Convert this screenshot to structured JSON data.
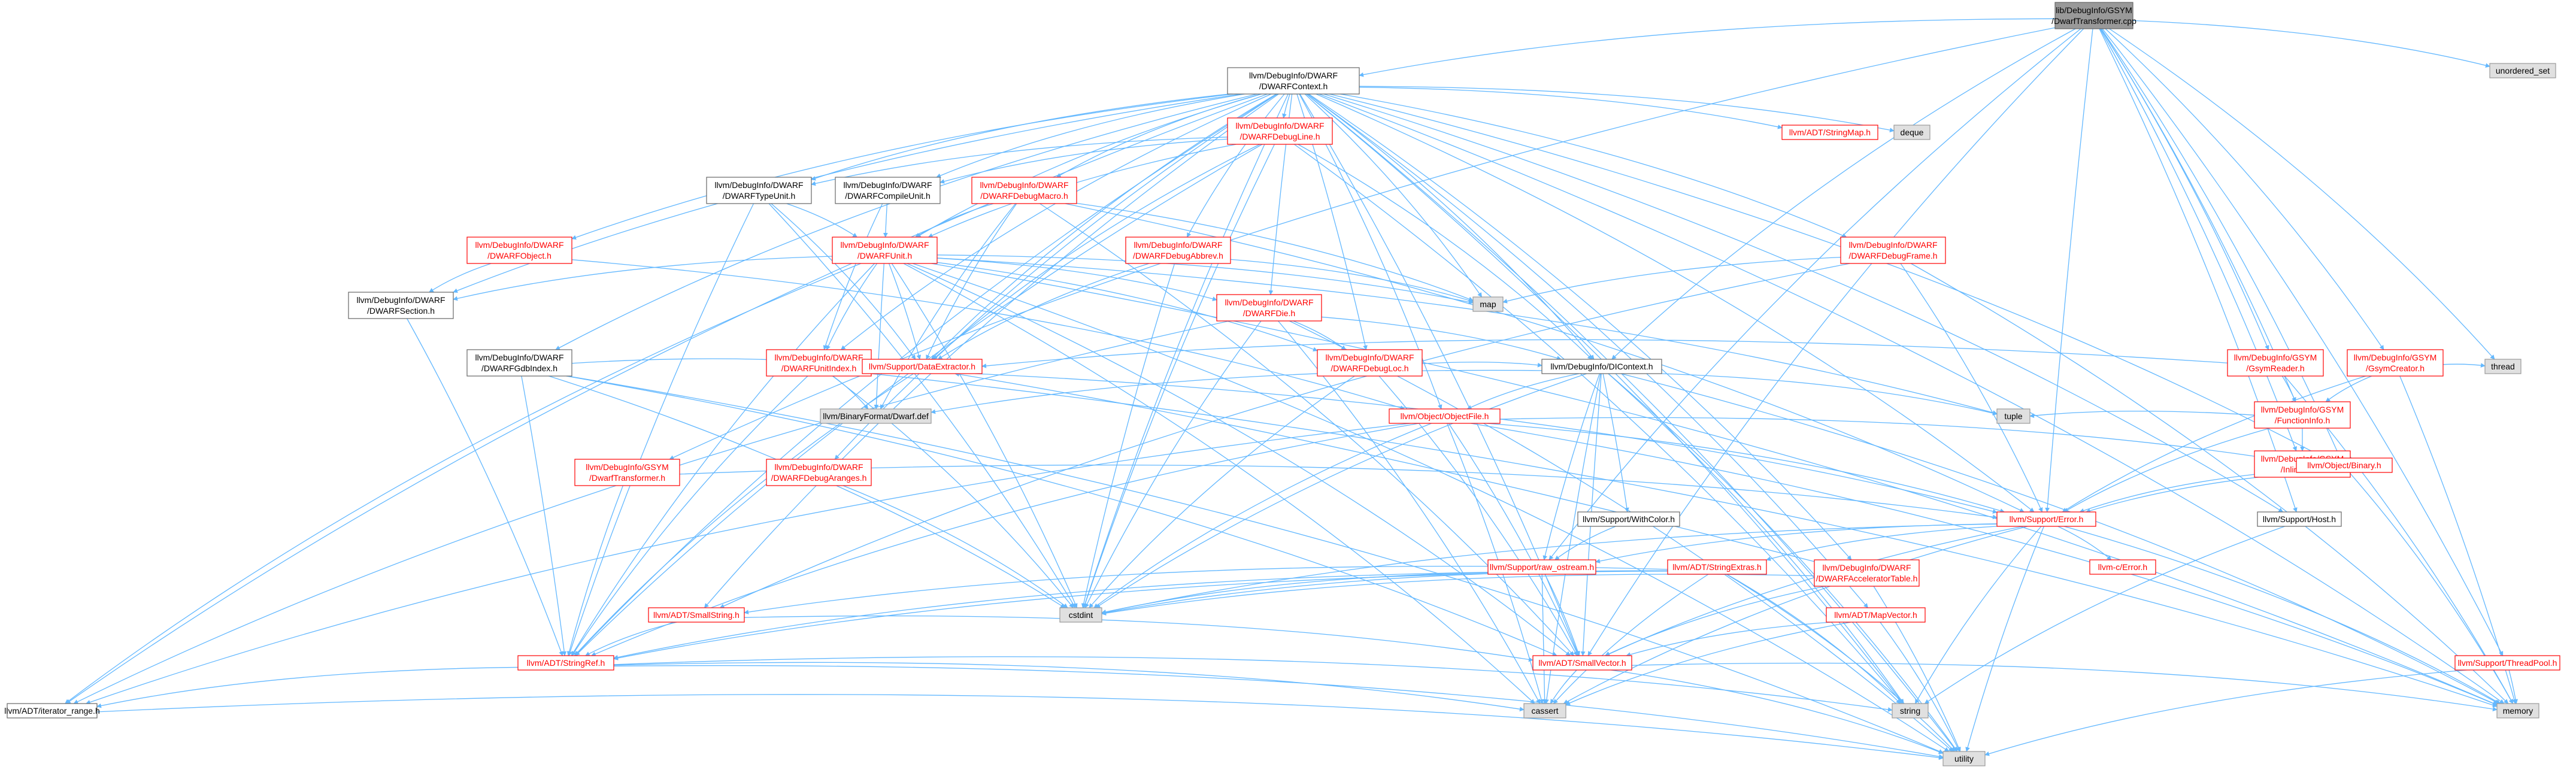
{
  "colors": {
    "edge": "#63b8ff",
    "root_fill": "#999999",
    "root_stroke": "#666666",
    "doc_fill": "#ffffff",
    "doc_stroke_red": "#ff0000",
    "doc_stroke_black": "#666666",
    "sys_fill": "#e0e0e0",
    "sys_stroke": "#999999",
    "text_red": "#ff0000",
    "text_black": "#000000"
  },
  "nodes": {
    "root": {
      "lines": [
        "lib/DebugInfo/GSYM",
        "/DwarfTransformer.cpp"
      ],
      "kind": "root"
    },
    "unordered_set": {
      "lines": [
        "unordered_set"
      ],
      "kind": "sys"
    },
    "dwarfcontext": {
      "lines": [
        "llvm/DebugInfo/DWARF",
        "/DWARFContext.h"
      ],
      "kind": "black"
    },
    "dwarfdebugline": {
      "lines": [
        "llvm/DebugInfo/DWARF",
        "/DWARFDebugLine.h"
      ],
      "kind": "red"
    },
    "stringmap": {
      "lines": [
        "llvm/ADT/StringMap.h"
      ],
      "kind": "red"
    },
    "deque": {
      "lines": [
        "deque"
      ],
      "kind": "sys"
    },
    "dwarftypeunit": {
      "lines": [
        "llvm/DebugInfo/DWARF",
        "/DWARFTypeUnit.h"
      ],
      "kind": "black"
    },
    "dwarfcompileunit": {
      "lines": [
        "llvm/DebugInfo/DWARF",
        "/DWARFCompileUnit.h"
      ],
      "kind": "black"
    },
    "dwarfdebugmacro": {
      "lines": [
        "llvm/DebugInfo/DWARF",
        "/DWARFDebugMacro.h"
      ],
      "kind": "red"
    },
    "dwarfobject": {
      "lines": [
        "llvm/DebugInfo/DWARF",
        "/DWARFObject.h"
      ],
      "kind": "red"
    },
    "dwarfunit": {
      "lines": [
        "llvm/DebugInfo/DWARF",
        "/DWARFUnit.h"
      ],
      "kind": "red"
    },
    "dwarfdebugabbrev": {
      "lines": [
        "llvm/DebugInfo/DWARF",
        "/DWARFDebugAbbrev.h"
      ],
      "kind": "red"
    },
    "dwarfdebugframe": {
      "lines": [
        "llvm/DebugInfo/DWARF",
        "/DWARFDebugFrame.h"
      ],
      "kind": "red"
    },
    "map": {
      "lines": [
        "map"
      ],
      "kind": "sys"
    },
    "dwarfsection": {
      "lines": [
        "llvm/DebugInfo/DWARF",
        "/DWARFSection.h"
      ],
      "kind": "black"
    },
    "dwarfdie": {
      "lines": [
        "llvm/DebugInfo/DWARF",
        "/DWARFDie.h"
      ],
      "kind": "red"
    },
    "dwarfgdbindex": {
      "lines": [
        "llvm/DebugInfo/DWARF",
        "/DWARFGdbIndex.h"
      ],
      "kind": "black"
    },
    "dwarfunitindex": {
      "lines": [
        "llvm/DebugInfo/DWARF",
        "/DWARFUnitIndex.h"
      ],
      "kind": "red"
    },
    "dwarfdebugloc": {
      "lines": [
        "llvm/DebugInfo/DWARF",
        "/DWARFDebugLoc.h"
      ],
      "kind": "red"
    },
    "dicontext": {
      "lines": [
        "llvm/DebugInfo/DIContext.h"
      ],
      "kind": "black"
    },
    "gsymreader": {
      "lines": [
        "llvm/DebugInfo/GSYM",
        "/GsymReader.h"
      ],
      "kind": "red"
    },
    "gsymcreator": {
      "lines": [
        "llvm/DebugInfo/GSYM",
        "/GsymCreator.h"
      ],
      "kind": "red"
    },
    "thread": {
      "lines": [
        "thread"
      ],
      "kind": "sys"
    },
    "dataextractor": {
      "lines": [
        "llvm/Support/DataExtractor.h"
      ],
      "kind": "red"
    },
    "functioninfo": {
      "lines": [
        "llvm/DebugInfo/GSYM",
        "/FunctionInfo.h"
      ],
      "kind": "red"
    },
    "tuple": {
      "lines": [
        "tuple"
      ],
      "kind": "sys"
    },
    "dwarfdef": {
      "lines": [
        "llvm/BinaryFormat/Dwarf.def"
      ],
      "kind": "sys"
    },
    "objectfile": {
      "lines": [
        "llvm/Object/ObjectFile.h"
      ],
      "kind": "red"
    },
    "inlineinfo": {
      "lines": [
        "llvm/DebugInfo/GSYM",
        "/InlineInfo.h"
      ],
      "kind": "red"
    },
    "binary": {
      "lines": [
        "llvm/Object/Binary.h"
      ],
      "kind": "red"
    },
    "dwarftransformer": {
      "lines": [
        "llvm/DebugInfo/GSYM",
        "/DwarfTransformer.h"
      ],
      "kind": "red"
    },
    "dwarfdebugaranges": {
      "lines": [
        "llvm/DebugInfo/DWARF",
        "/DWARFDebugAranges.h"
      ],
      "kind": "red"
    },
    "withcolor": {
      "lines": [
        "llvm/Support/WithColor.h"
      ],
      "kind": "black"
    },
    "error": {
      "lines": [
        "llvm/Support/Error.h"
      ],
      "kind": "red"
    },
    "host": {
      "lines": [
        "llvm/Support/Host.h"
      ],
      "kind": "black"
    },
    "rawostream": {
      "lines": [
        "llvm/Support/raw_ostream.h"
      ],
      "kind": "red"
    },
    "stringextras": {
      "lines": [
        "llvm/ADT/StringExtras.h"
      ],
      "kind": "red"
    },
    "acceltable": {
      "lines": [
        "llvm/DebugInfo/DWARF",
        "/DWARFAcceleratorTable.h"
      ],
      "kind": "red"
    },
    "cerror": {
      "lines": [
        "llvm-c/Error.h"
      ],
      "kind": "red"
    },
    "cstdint": {
      "lines": [
        "cstdint"
      ],
      "kind": "sys"
    },
    "smallstring": {
      "lines": [
        "llvm/ADT/SmallString.h"
      ],
      "kind": "red"
    },
    "mapvector": {
      "lines": [
        "llvm/ADT/MapVector.h"
      ],
      "kind": "red"
    },
    "stringref": {
      "lines": [
        "llvm/ADT/StringRef.h"
      ],
      "kind": "red"
    },
    "smallvector": {
      "lines": [
        "llvm/ADT/SmallVector.h"
      ],
      "kind": "red"
    },
    "threadpool": {
      "lines": [
        "llvm/Support/ThreadPool.h"
      ],
      "kind": "red"
    },
    "iteratorrange": {
      "lines": [
        "llvm/ADT/iterator_range.h"
      ],
      "kind": "black"
    },
    "cassert": {
      "lines": [
        "cassert"
      ],
      "kind": "sys"
    },
    "string": {
      "lines": [
        "string"
      ],
      "kind": "sys"
    },
    "memory": {
      "lines": [
        "memory"
      ],
      "kind": "sys"
    },
    "utility": {
      "lines": [
        "utility"
      ],
      "kind": "sys"
    }
  },
  "edges": [
    [
      "root",
      "dwarfcontext"
    ],
    [
      "root",
      "unordered_set"
    ],
    [
      "root",
      "dicontext"
    ],
    [
      "root",
      "gsymreader"
    ],
    [
      "root",
      "gsymcreator"
    ],
    [
      "root",
      "thread"
    ],
    [
      "root",
      "functioninfo"
    ],
    [
      "root",
      "inlineinfo"
    ],
    [
      "root",
      "dwarftransformer"
    ],
    [
      "root",
      "error"
    ],
    [
      "root",
      "rawostream"
    ],
    [
      "root",
      "threadpool"
    ],
    [
      "root",
      "host"
    ],
    [
      "root",
      "binary"
    ],
    [
      "root",
      "smallvector"
    ],
    [
      "dwarfcontext",
      "dwarfdebugline"
    ],
    [
      "dwarfcontext",
      "stringmap"
    ],
    [
      "dwarfcontext",
      "deque"
    ],
    [
      "dwarfcontext",
      "dwarftypeunit"
    ],
    [
      "dwarfcontext",
      "dwarfcompileunit"
    ],
    [
      "dwarfcontext",
      "dwarfdebugmacro"
    ],
    [
      "dwarfcontext",
      "dwarfobject"
    ],
    [
      "dwarfcontext",
      "dwarfunit"
    ],
    [
      "dwarfcontext",
      "dwarfdebugabbrev"
    ],
    [
      "dwarfcontext",
      "dwarfdebugframe"
    ],
    [
      "dwarfcontext",
      "map"
    ],
    [
      "dwarfcontext",
      "dwarfsection"
    ],
    [
      "dwarfcontext",
      "dwarfdie"
    ],
    [
      "dwarfcontext",
      "dwarfgdbindex"
    ],
    [
      "dwarfcontext",
      "dwarfunitindex"
    ],
    [
      "dwarfcontext",
      "dwarfdebugloc"
    ],
    [
      "dwarfcontext",
      "dicontext"
    ],
    [
      "dwarfcontext",
      "dataextractor"
    ],
    [
      "dwarfcontext",
      "objectfile"
    ],
    [
      "dwarfcontext",
      "binary"
    ],
    [
      "dwarfcontext",
      "dwarfdebugaranges"
    ],
    [
      "dwarfcontext",
      "error"
    ],
    [
      "dwarfcontext",
      "host"
    ],
    [
      "dwarfcontext",
      "acceltable"
    ],
    [
      "dwarfcontext",
      "cstdint"
    ],
    [
      "dwarfcontext",
      "smallstring"
    ],
    [
      "dwarfcontext",
      "mapvector"
    ],
    [
      "dwarfcontext",
      "stringref"
    ],
    [
      "dwarfcontext",
      "smallvector"
    ],
    [
      "dwarfcontext",
      "iteratorrange"
    ],
    [
      "dwarfcontext",
      "memory"
    ],
    [
      "dwarfcontext",
      "string"
    ],
    [
      "dwarfcontext",
      "utility"
    ],
    [
      "dwarfdebugline",
      "dwarftypeunit"
    ],
    [
      "dwarfdebugline",
      "dwarfcompileunit"
    ],
    [
      "dwarfdebugline",
      "dwarfunit"
    ],
    [
      "dwarfdebugline",
      "dicontext"
    ],
    [
      "dwarfdebugline",
      "dataextractor"
    ],
    [
      "dwarfdebugline",
      "string"
    ],
    [
      "dwarfdebugline",
      "cstdint"
    ],
    [
      "dwarfdebugline",
      "stringref"
    ],
    [
      "dwarftypeunit",
      "dwarfunit"
    ],
    [
      "dwarftypeunit",
      "dataextractor"
    ],
    [
      "dwarftypeunit",
      "cstdint"
    ],
    [
      "dwarftypeunit",
      "stringref"
    ],
    [
      "dwarfcompileunit",
      "dwarfunit"
    ],
    [
      "dwarfcompileunit",
      "dwarfunitindex"
    ],
    [
      "dwarfdebugmacro",
      "dwarfunit"
    ],
    [
      "dwarfdebugmacro",
      "dataextractor"
    ],
    [
      "dwarfdebugmacro",
      "map"
    ],
    [
      "dwarfdebugmacro",
      "error"
    ],
    [
      "dwarfdebugmacro",
      "smallvector"
    ],
    [
      "dwarfdebugmacro",
      "dwarfdef"
    ],
    [
      "dwarfobject",
      "dwarfsection"
    ],
    [
      "dwarfobject",
      "objectfile"
    ],
    [
      "dwarfunit",
      "dwarfsection"
    ],
    [
      "dwarfunit",
      "dwarfdie"
    ],
    [
      "dwarfunit",
      "dwarfunitindex"
    ],
    [
      "dwarfunit",
      "dwarfdebugloc"
    ],
    [
      "dwarfunit",
      "map"
    ],
    [
      "dwarfunit",
      "dataextractor"
    ],
    [
      "dwarfunit",
      "iteratorrange"
    ],
    [
      "dwarfunit",
      "stringref"
    ],
    [
      "dwarfunit",
      "smallvector"
    ],
    [
      "dwarfunit",
      "cstdint"
    ],
    [
      "dwarfunit",
      "cassert"
    ],
    [
      "dwarfunit",
      "utility"
    ],
    [
      "dwarfunit",
      "tuple"
    ],
    [
      "dwarfunit",
      "memory"
    ],
    [
      "dwarfunit",
      "dwarfdef"
    ],
    [
      "dwarfdebugabbrev",
      "map"
    ],
    [
      "dwarfdebugabbrev",
      "dataextractor"
    ],
    [
      "dwarfdebugabbrev",
      "cstdint"
    ],
    [
      "dwarfdebugframe",
      "map"
    ],
    [
      "dwarfdebugframe",
      "error"
    ],
    [
      "dwarfdebugframe",
      "memory"
    ],
    [
      "dwarfdebugframe",
      "smallstring"
    ],
    [
      "dwarfdie",
      "dwarfdebugloc"
    ],
    [
      "dwarfdie",
      "dicontext"
    ],
    [
      "dwarfdie",
      "iteratorrange"
    ],
    [
      "dwarfdie",
      "cassert"
    ],
    [
      "dwarfdie",
      "cstdint"
    ],
    [
      "dwarfdie",
      "utility"
    ],
    [
      "dwarfsection",
      "stringref"
    ],
    [
      "dwarfgdbindex",
      "dataextractor"
    ],
    [
      "dwarfgdbindex",
      "stringref"
    ],
    [
      "dwarfgdbindex",
      "smallvector"
    ],
    [
      "dwarfgdbindex",
      "cstdint"
    ],
    [
      "dwarfgdbindex",
      "utility"
    ],
    [
      "dwarfunitindex",
      "dataextractor"
    ],
    [
      "dwarfunitindex",
      "stringref"
    ],
    [
      "dwarfunitindex",
      "cstdint"
    ],
    [
      "dwarfunitindex",
      "memory"
    ],
    [
      "dwarfunitindex",
      "dwarfdef"
    ],
    [
      "dwarfdebugloc",
      "dicontext"
    ],
    [
      "dwarfdebugloc",
      "cstdint"
    ],
    [
      "dwarfdebugloc",
      "smallvector"
    ],
    [
      "dicontext",
      "objectfile"
    ],
    [
      "dicontext",
      "withcolor"
    ],
    [
      "dicontext",
      "rawostream"
    ],
    [
      "dicontext",
      "cassert"
    ],
    [
      "dicontext",
      "cstdint"
    ],
    [
      "dicontext",
      "memory"
    ],
    [
      "dicontext",
      "string"
    ],
    [
      "dicontext",
      "tuple"
    ],
    [
      "dicontext",
      "utility"
    ],
    [
      "dicontext",
      "smallvector"
    ],
    [
      "dicontext",
      "dwarfdef"
    ],
    [
      "gsymreader",
      "functioninfo"
    ],
    [
      "gsymreader",
      "dataextractor"
    ],
    [
      "gsymreader",
      "memory"
    ],
    [
      "gsymcreator",
      "functioninfo"
    ],
    [
      "gsymcreator",
      "thread"
    ],
    [
      "gsymcreator",
      "memory"
    ],
    [
      "gsymcreator",
      "error"
    ],
    [
      "dataextractor",
      "error"
    ],
    [
      "dataextractor",
      "stringref"
    ],
    [
      "functioninfo",
      "inlineinfo"
    ],
    [
      "functioninfo",
      "tuple"
    ],
    [
      "functioninfo",
      "error"
    ],
    [
      "inlineinfo",
      "error"
    ],
    [
      "objectfile",
      "binary"
    ],
    [
      "objectfile",
      "error"
    ],
    [
      "objectfile",
      "stringref"
    ],
    [
      "objectfile",
      "iteratorrange"
    ],
    [
      "objectfile",
      "cassert"
    ],
    [
      "objectfile",
      "cstdint"
    ],
    [
      "objectfile",
      "memory"
    ],
    [
      "objectfile",
      "smallvector"
    ],
    [
      "binary",
      "error"
    ],
    [
      "binary",
      "memory"
    ],
    [
      "dwarftransformer",
      "error"
    ],
    [
      "dwarftransformer",
      "stringref"
    ],
    [
      "dwarfdebugaranges",
      "cstdint"
    ],
    [
      "withcolor",
      "rawostream"
    ],
    [
      "error",
      "cerror"
    ],
    [
      "error",
      "stringextras"
    ],
    [
      "error",
      "rawostream"
    ],
    [
      "error",
      "cstdint"
    ],
    [
      "error",
      "cassert"
    ],
    [
      "error",
      "memory"
    ],
    [
      "error",
      "string"
    ],
    [
      "error",
      "utility"
    ],
    [
      "error",
      "smallvector"
    ],
    [
      "host",
      "string"
    ],
    [
      "rawostream",
      "stringref"
    ],
    [
      "rawostream",
      "smallvector"
    ],
    [
      "rawostream",
      "cassert"
    ],
    [
      "rawostream",
      "cstdint"
    ],
    [
      "stringextras",
      "stringref"
    ],
    [
      "stringextras",
      "smallstring"
    ],
    [
      "stringextras",
      "cstdint"
    ],
    [
      "stringextras",
      "string"
    ],
    [
      "stringextras",
      "utility"
    ],
    [
      "stringextras",
      "cassert"
    ],
    [
      "acceltable",
      "dataextractor"
    ],
    [
      "acceltable",
      "smallvector"
    ],
    [
      "acceltable",
      "cstdint"
    ],
    [
      "acceltable",
      "utility"
    ],
    [
      "smallstring",
      "stringref"
    ],
    [
      "smallstring",
      "smallvector"
    ],
    [
      "mapvector",
      "smallvector"
    ],
    [
      "mapvector",
      "cassert"
    ],
    [
      "mapvector",
      "utility"
    ],
    [
      "stringref",
      "iteratorrange"
    ],
    [
      "stringref",
      "cassert"
    ],
    [
      "stringref",
      "string"
    ],
    [
      "stringref",
      "utility"
    ],
    [
      "smallvector",
      "cassert"
    ],
    [
      "smallvector",
      "memory"
    ],
    [
      "smallvector",
      "utility"
    ],
    [
      "threadpool",
      "memory"
    ],
    [
      "threadpool",
      "utility"
    ],
    [
      "iteratorrange",
      "utility"
    ]
  ]
}
